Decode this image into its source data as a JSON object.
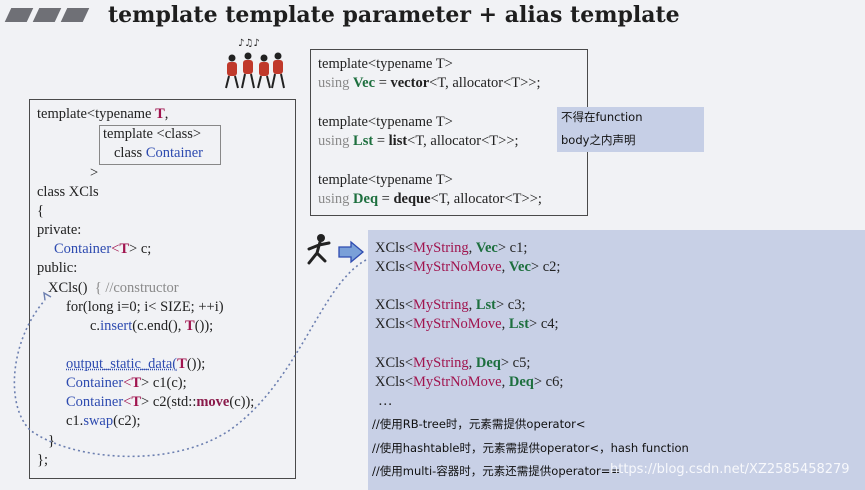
{
  "title": "template template parameter + alias template",
  "left_code": {
    "l1_pre": "template<typename ",
    "l1_t": "T",
    "l1_post": ",",
    "l2": "template <class>",
    "l3_pre": "class ",
    "l3_name": "Container",
    "l4": ">",
    "l5": "class XCls",
    "l6": "{",
    "l7": "private:",
    "l8_a": "Container",
    "l8_b": "<",
    "l8_c": "T",
    "l8_d": "> c;",
    "l9": "public:",
    "l10_a": "XCls()",
    "l10_b": "{ //constructor",
    "l11": "for(long i=0; i< SIZE; ++i)",
    "l12_a": "c.",
    "l12_b": "insert",
    "l12_c": "(c.end(), ",
    "l12_d": "T",
    "l12_e": "());",
    "l13_a": "output_static_data(",
    "l13_b": "T",
    "l13_c": "());",
    "l14_a": "Container",
    "l14_b": "<",
    "l14_c": "T",
    "l14_d": "> c1(c);",
    "l15_a": "Container",
    "l15_b": "<",
    "l15_c": "T",
    "l15_d": "> c2(std::",
    "l15_e": "move",
    "l15_f": "(c));",
    "l16_a": "c1.",
    "l16_b": "swap",
    "l16_c": "(c2);",
    "l17": "}",
    "l18": "};"
  },
  "alias_code": {
    "tpl": "template<typename T>",
    "using": "using ",
    "vec_name": "Vec",
    "vec_eq": " = ",
    "vec_type": "vector",
    "vec_rest": "<T, allocator<T>>;",
    "lst_name": "Lst",
    "lst_type": "list",
    "lst_rest": "<T, allocator<T>>;",
    "deq_name": "Deq",
    "deq_type": "deque",
    "deq_rest": "<T, allocator<T>>;"
  },
  "note": {
    "line1": "不得在function",
    "line2": "body之内声明"
  },
  "usage_code": {
    "xcls": "XCls<",
    "mystring": "MyString",
    "mystrnomove": "MyStrNoMove",
    "comma": ", ",
    "vec": "Vec",
    "lst": "Lst",
    "deq": "Deq",
    "c1": "> c1;",
    "c2": "> c2;",
    "c3": "> c3;",
    "c4": "> c4;",
    "c5": "> c5;",
    "c6": "> c6;",
    "ellipsis": "…",
    "comment1": "//使用RB-tree时，元素需提供operator<",
    "comment2": "//使用hashtable时，元素需提供operator<，hash function",
    "comment3": "//使用multi-容器时，元素还需提供operator=="
  },
  "watermark": "https://blog.csdn.net/XZ2585458279"
}
